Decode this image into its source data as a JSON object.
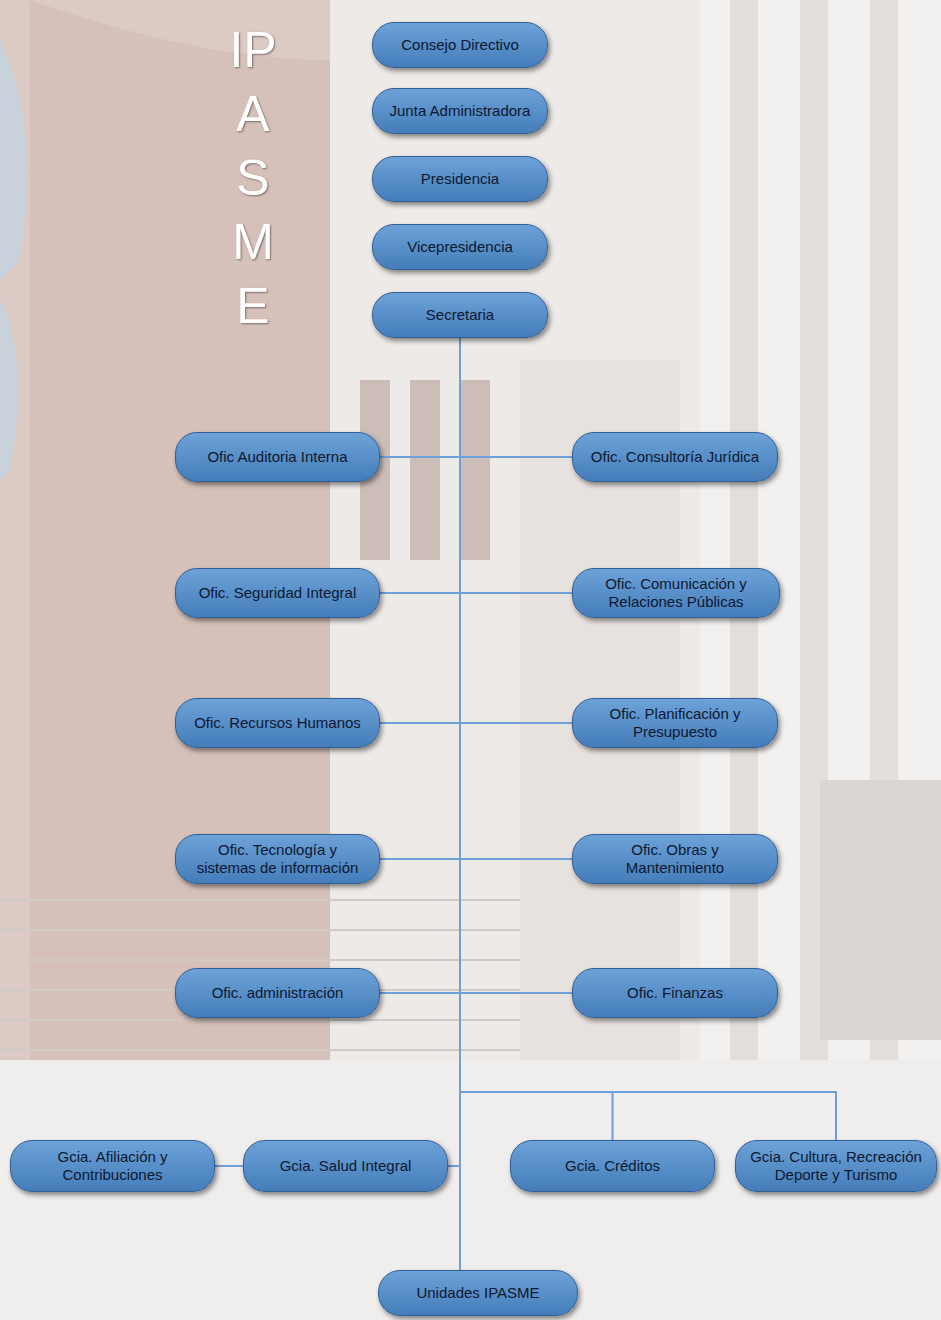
{
  "diagram": {
    "nodes": [
      {
        "text": [
          "Consejo Directivo"
        ]
      },
      {
        "text": [
          "Junta Administradora"
        ]
      },
      {
        "text": [
          "Presidencia"
        ]
      },
      {
        "text": [
          "Vicepresidencia"
        ]
      },
      {
        "text": [
          "Secretaria"
        ]
      },
      {
        "text": [
          "Ofic Auditoria Interna"
        ]
      },
      {
        "text": [
          "Ofic. Consultoría Jurídica"
        ]
      },
      {
        "text": [
          "Ofic. Seguridad Integral"
        ]
      },
      {
        "text": [
          "Ofic. Comunicación y Relaciones Públicas"
        ]
      },
      {
        "text": [
          "Ofic. Recursos Humanos"
        ]
      },
      {
        "text": [
          "Ofic. Planificación y Presupuesto"
        ]
      },
      {
        "text": [
          "Ofic. Tecnología y sistemas de información"
        ]
      },
      {
        "text": [
          "Ofic. Obras y Mantenimiento"
        ]
      },
      {
        "text": [
          "Ofic. administración"
        ]
      },
      {
        "text": [
          "Ofic. Finanzas"
        ]
      },
      {
        "text": [
          "Gcia. Afiliación y Contribuciones"
        ]
      },
      {
        "text": [
          "Gcia. Salud Integral"
        ]
      },
      {
        "text": [
          "Gcia. Créditos"
        ]
      },
      {
        "text": [
          "Gcia. Cultura, Recreación Deporte y Turismo"
        ]
      },
      {
        "text": [
          "Unidades IPASME"
        ]
      }
    ],
    "edges": [
      {
        "from": 4,
        "to": 5,
        "arrow": "none"
      },
      {
        "from": 4,
        "to": 6,
        "arrow": "none"
      },
      {
        "from": 4,
        "to": 7,
        "arrow": "none"
      },
      {
        "from": 4,
        "to": 8,
        "arrow": "none"
      },
      {
        "from": 4,
        "to": 9,
        "arrow": "none"
      },
      {
        "from": 4,
        "to": 10,
        "arrow": "none"
      },
      {
        "from": 4,
        "to": 11,
        "arrow": "none"
      },
      {
        "from": 4,
        "to": 12,
        "arrow": "none"
      },
      {
        "from": 4,
        "to": 13,
        "arrow": "none"
      },
      {
        "from": 4,
        "to": 14,
        "arrow": "none"
      },
      {
        "from": 4,
        "to": 15,
        "arrow": "none"
      },
      {
        "from": 4,
        "to": 16,
        "arrow": "none"
      },
      {
        "from": 4,
        "to": 17,
        "arrow": "none"
      },
      {
        "from": 4,
        "to": 18,
        "arrow": "none"
      },
      {
        "from": 4,
        "to": 19,
        "arrow": "none"
      }
    ],
    "labels": [
      "IPASME"
    ]
  }
}
